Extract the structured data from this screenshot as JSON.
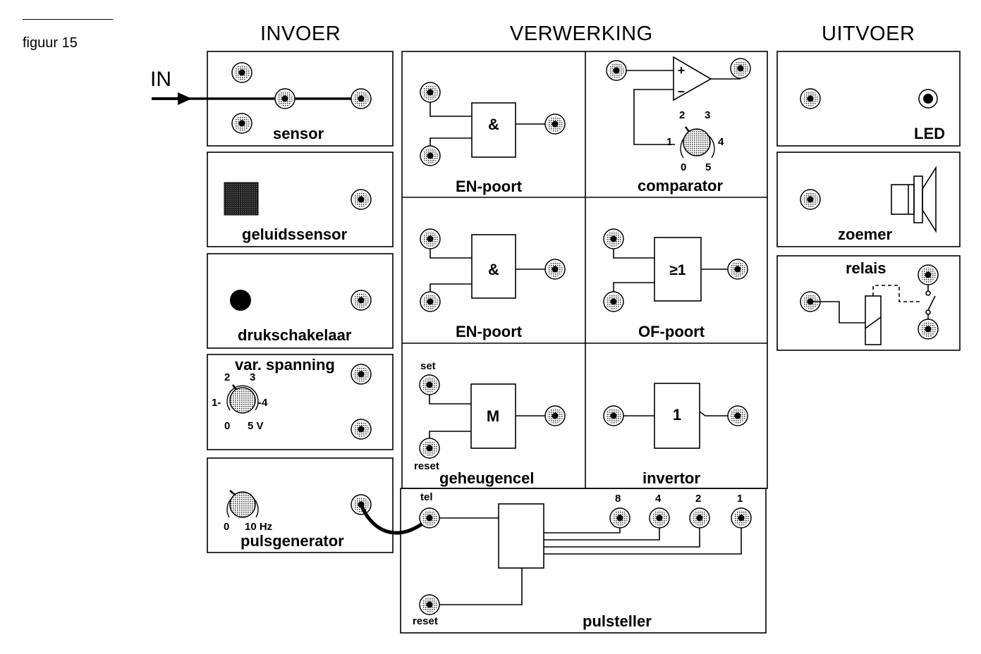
{
  "figure_label": "figuur 15",
  "columns": {
    "invoer": "INVOER",
    "verwerking": "VERWERKING",
    "uitvoer": "UITVOER"
  },
  "input_arrow": "IN",
  "invoer": {
    "sensor": "sensor",
    "geluidssensor": "geluidssensor",
    "drukschakelaar": "drukschakelaar",
    "var_spanning": "var. spanning",
    "var_spanning_scale": {
      "s0": "0",
      "s1": "1-",
      "s2": "2",
      "s3": "3",
      "s4": "-4",
      "s5": "5 V"
    },
    "pulsgenerator": "pulsgenerator",
    "pulsgenerator_scale": {
      "min": "0",
      "max": "10 Hz"
    }
  },
  "verwerking": {
    "en_poort_1": "EN-poort",
    "en_symbol": "&",
    "comparator": "comparator",
    "comparator_plus": "+",
    "comparator_minus": "–",
    "comparator_scale": {
      "s0": "0",
      "s1": "1",
      "s2": "2",
      "s3": "3",
      "s4": "4",
      "s5": "5"
    },
    "en_poort_2": "EN-poort",
    "of_poort": "OF-poort",
    "of_symbol": "≥1",
    "geheugencel": "geheugencel",
    "m_symbol": "M",
    "set": "set",
    "reset": "reset",
    "invertor": "invertor",
    "inv_symbol": "1",
    "pulsteller": "pulsteller",
    "tel": "tel",
    "reset_counter": "reset",
    "bits": [
      "8",
      "4",
      "2",
      "1"
    ]
  },
  "uitvoer": {
    "led": "LED",
    "zoemer": "zoemer",
    "relais": "relais"
  }
}
